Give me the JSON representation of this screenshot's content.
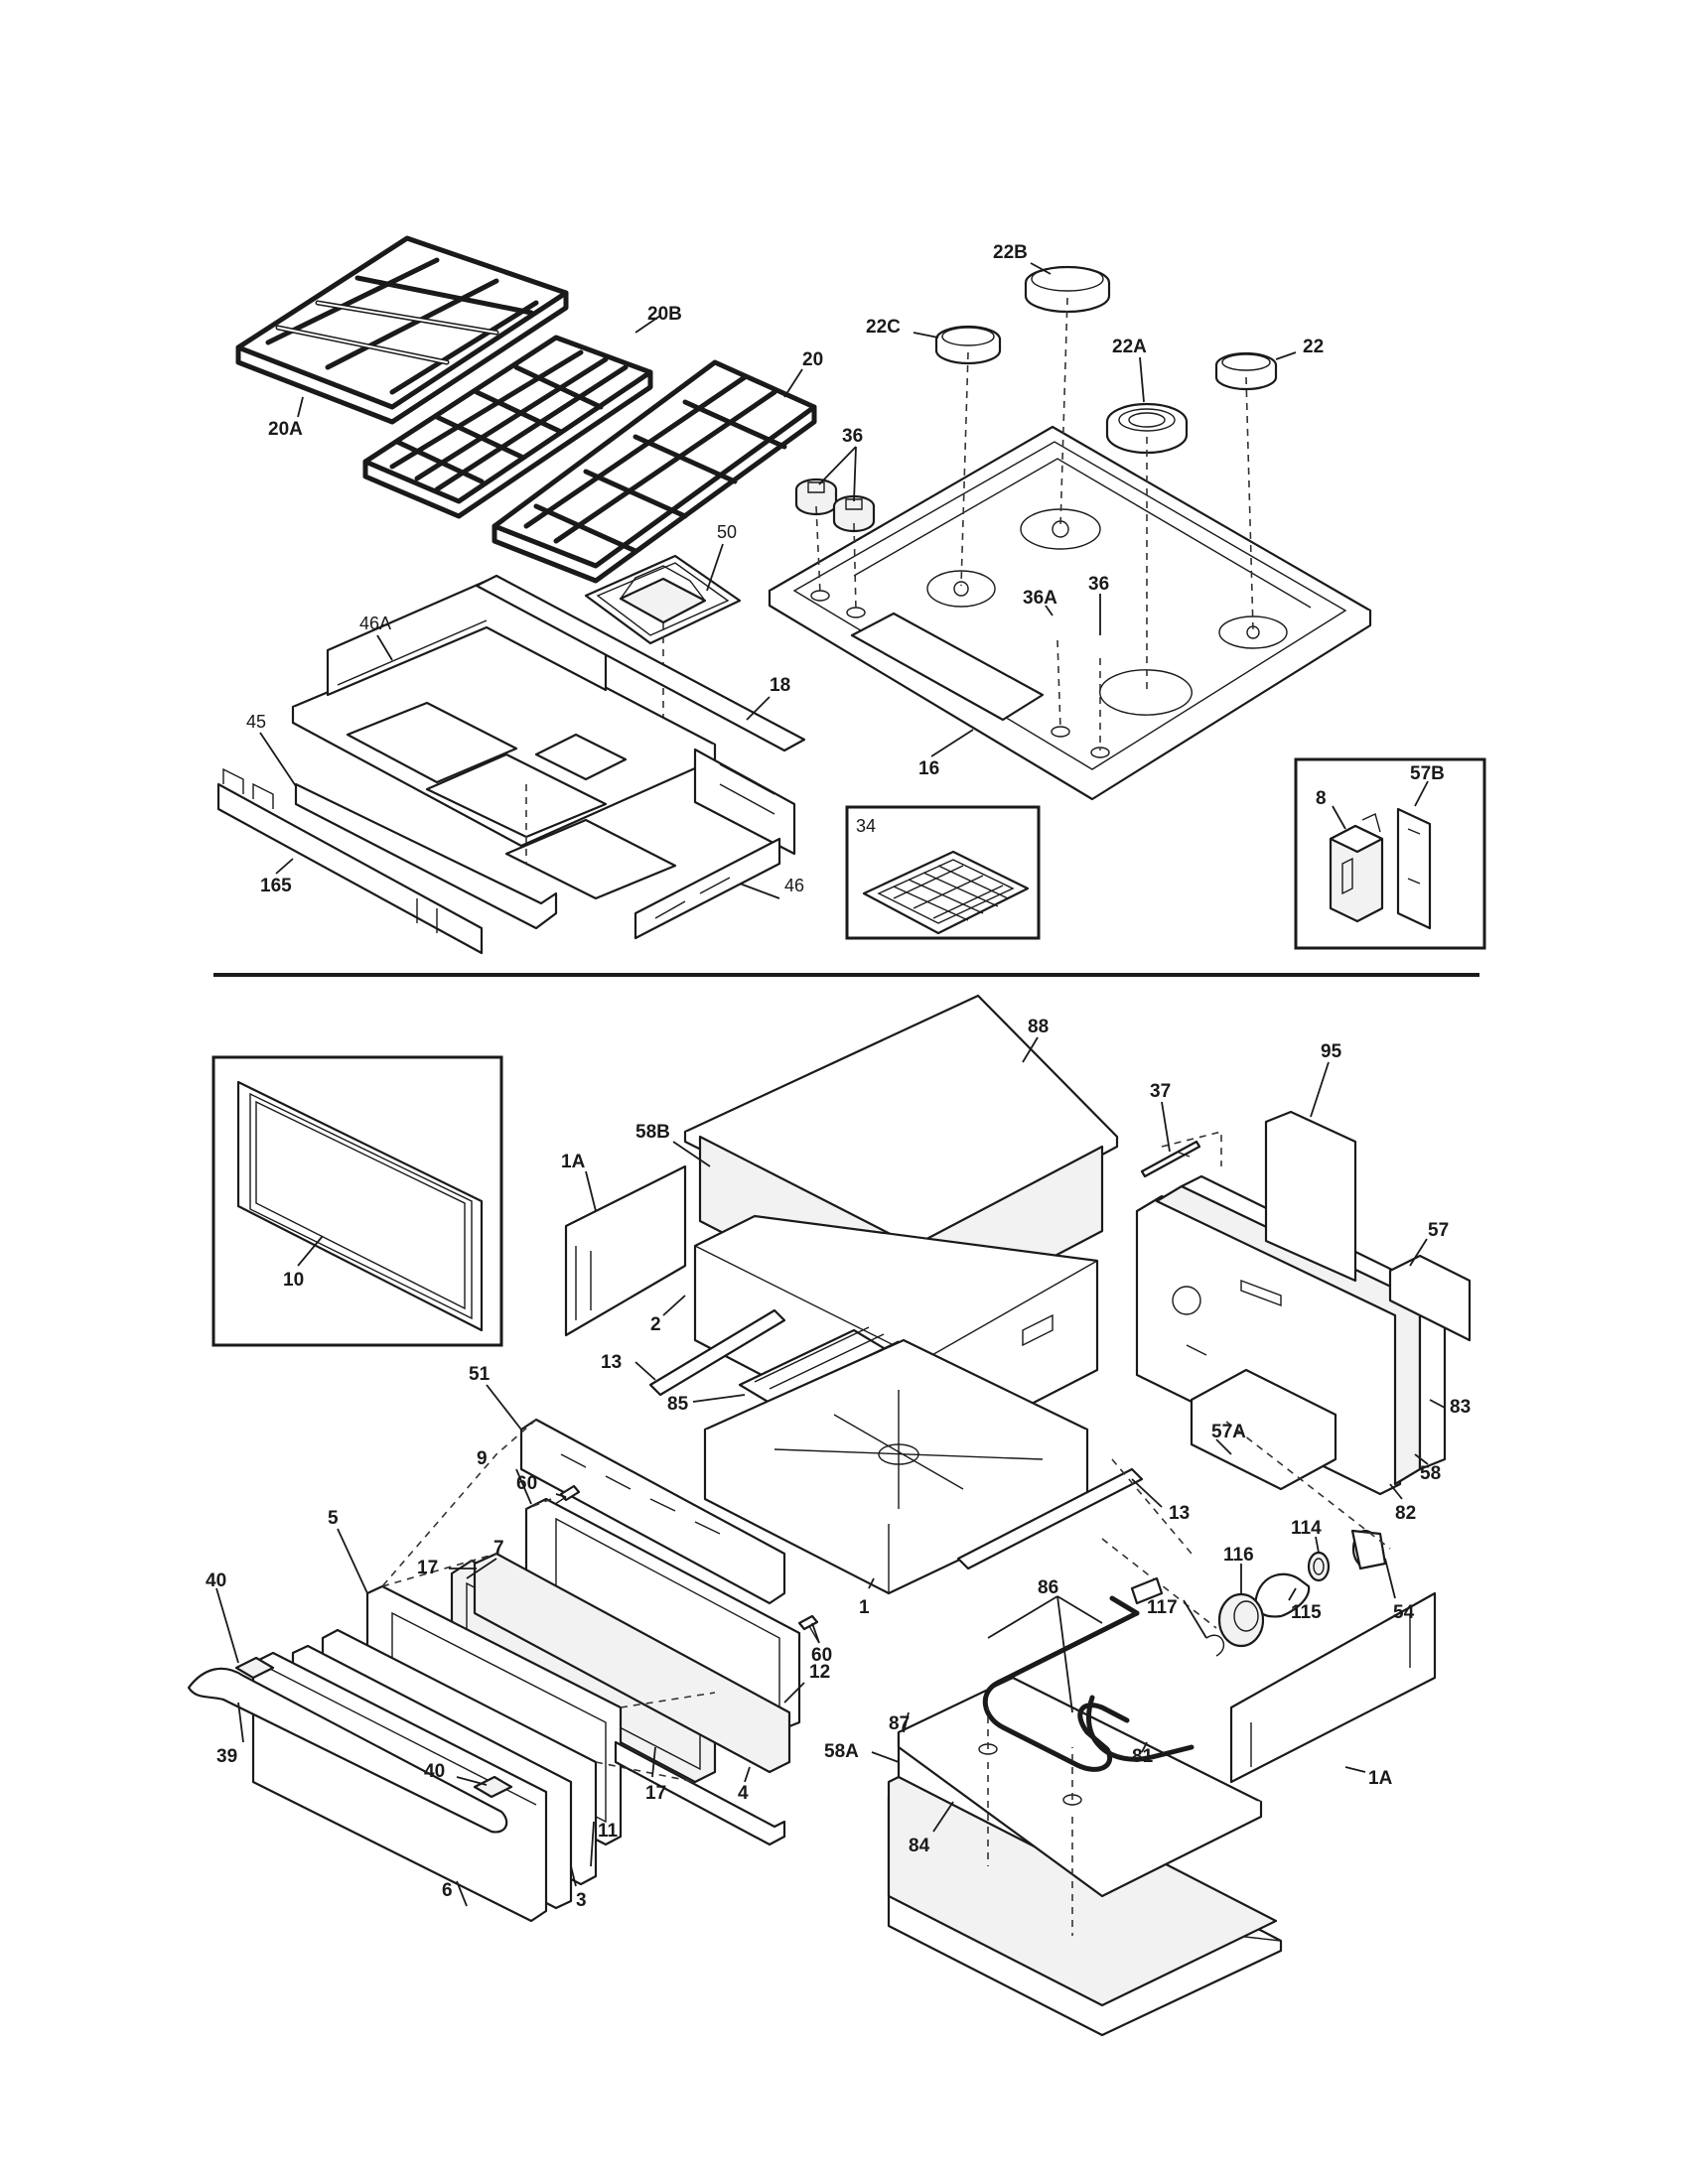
{
  "diagram": {
    "callouts": {
      "c22b": "22B",
      "c22c": "22C",
      "c22a": "22A",
      "c22": "22",
      "c20b": "20B",
      "c20": "20",
      "c20a": "20A",
      "c36top": "36",
      "c36a": "36A",
      "c36": "36",
      "c50": "50",
      "c46a": "46A",
      "c18": "18",
      "c45": "45",
      "c16": "16",
      "c165": "165",
      "c46": "46",
      "c34": "34",
      "c8": "8",
      "c57b": "57B",
      "c88": "88",
      "c37": "37",
      "c95": "95",
      "c58b": "58B",
      "c1a_top": "1A",
      "c10": "10",
      "c57": "57",
      "c2": "2",
      "c13_left": "13",
      "c85": "85",
      "c83": "83",
      "c51": "51",
      "c57a": "57A",
      "c58": "58",
      "c60_top": "60",
      "c9": "9",
      "c82": "82",
      "c114": "114",
      "c5": "5",
      "c7": "7",
      "c13_right": "13",
      "c116": "116",
      "c54": "54",
      "c17_top": "17",
      "c86": "86",
      "c115": "115",
      "c40_left": "40",
      "c117": "117",
      "c60_right": "60",
      "c1": "1",
      "c12": "12",
      "c87": "87",
      "c58a": "58A",
      "c39": "39",
      "c40_right": "40",
      "c17_bottom": "17",
      "c4": "4",
      "c81": "81",
      "c1a_right": "1A",
      "c11": "11",
      "c84": "84",
      "c6": "6",
      "c3": "3"
    }
  }
}
